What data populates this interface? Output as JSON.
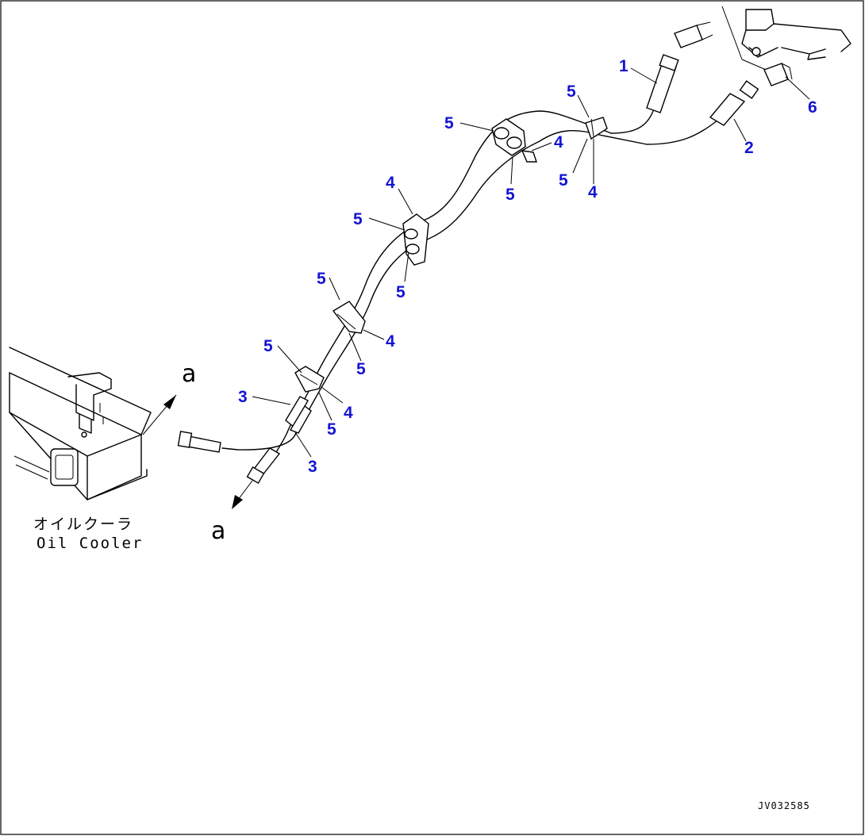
{
  "diagram": {
    "callouts": [
      {
        "id": "c1",
        "label": "1"
      },
      {
        "id": "c2",
        "label": "2"
      },
      {
        "id": "c6",
        "label": "6"
      },
      {
        "id": "c5a",
        "label": "5"
      },
      {
        "id": "c4a",
        "label": "4"
      },
      {
        "id": "c5b",
        "label": "5"
      },
      {
        "id": "c5c",
        "label": "5"
      },
      {
        "id": "c4b",
        "label": "4"
      },
      {
        "id": "c5d",
        "label": "5"
      },
      {
        "id": "c4c",
        "label": "4"
      },
      {
        "id": "c5e",
        "label": "5"
      },
      {
        "id": "c5f",
        "label": "5"
      },
      {
        "id": "c5g",
        "label": "5"
      },
      {
        "id": "c4d",
        "label": "4"
      },
      {
        "id": "c5h",
        "label": "5"
      },
      {
        "id": "c5i",
        "label": "5"
      },
      {
        "id": "c3a",
        "label": "3"
      },
      {
        "id": "c4e",
        "label": "4"
      },
      {
        "id": "c5j",
        "label": "5"
      },
      {
        "id": "c3b",
        "label": "3"
      }
    ],
    "reference_letters": [
      "a",
      "a"
    ],
    "component_label_jp": "オイルクーラ",
    "component_label_en": "Oil Cooler",
    "drawing_code": "JV032585",
    "callout_color": "#1414d2",
    "line_color": "#000000"
  }
}
